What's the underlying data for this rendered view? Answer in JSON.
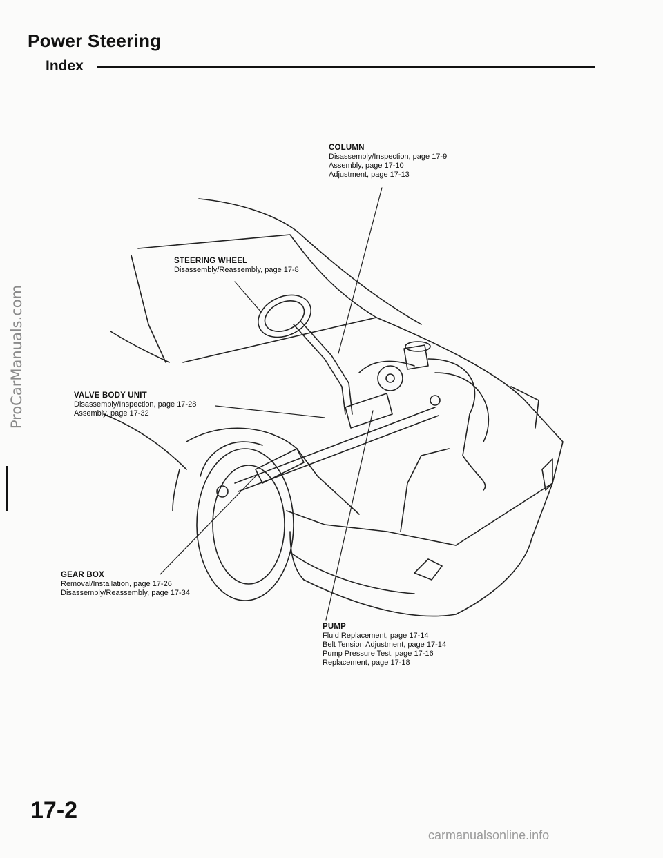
{
  "header": {
    "title": "Power Steering",
    "section": "Index"
  },
  "sidebar": {
    "vertical_text": "ProCarManuals.com"
  },
  "callouts": {
    "column": {
      "heading": "COLUMN",
      "lines": [
        "Disassembly/Inspection, page 17-9",
        "Assembly, page 17-10",
        "Adjustment, page 17-13"
      ]
    },
    "steering_wheel": {
      "heading": "STEERING WHEEL",
      "lines": [
        "Disassembly/Reassembly, page 17-8"
      ]
    },
    "valve_body": {
      "heading": "VALVE BODY UNIT",
      "lines": [
        "Disassembly/Inspection, page 17-28",
        "Assembly, page 17-32"
      ]
    },
    "gear_box": {
      "heading": "GEAR BOX",
      "lines": [
        "Removal/Installation, page 17-26",
        "Disassembly/Reassembly, page 17-34"
      ]
    },
    "pump": {
      "heading": "PUMP",
      "lines": [
        "Fluid Replacement, page 17-14",
        "Belt Tension Adjustment, page 17-14",
        "Pump Pressure Test, page 17-16",
        "Replacement, page 17-18"
      ]
    }
  },
  "footer": {
    "page_number": "17-2",
    "watermark": "carmanualsonline.info"
  }
}
